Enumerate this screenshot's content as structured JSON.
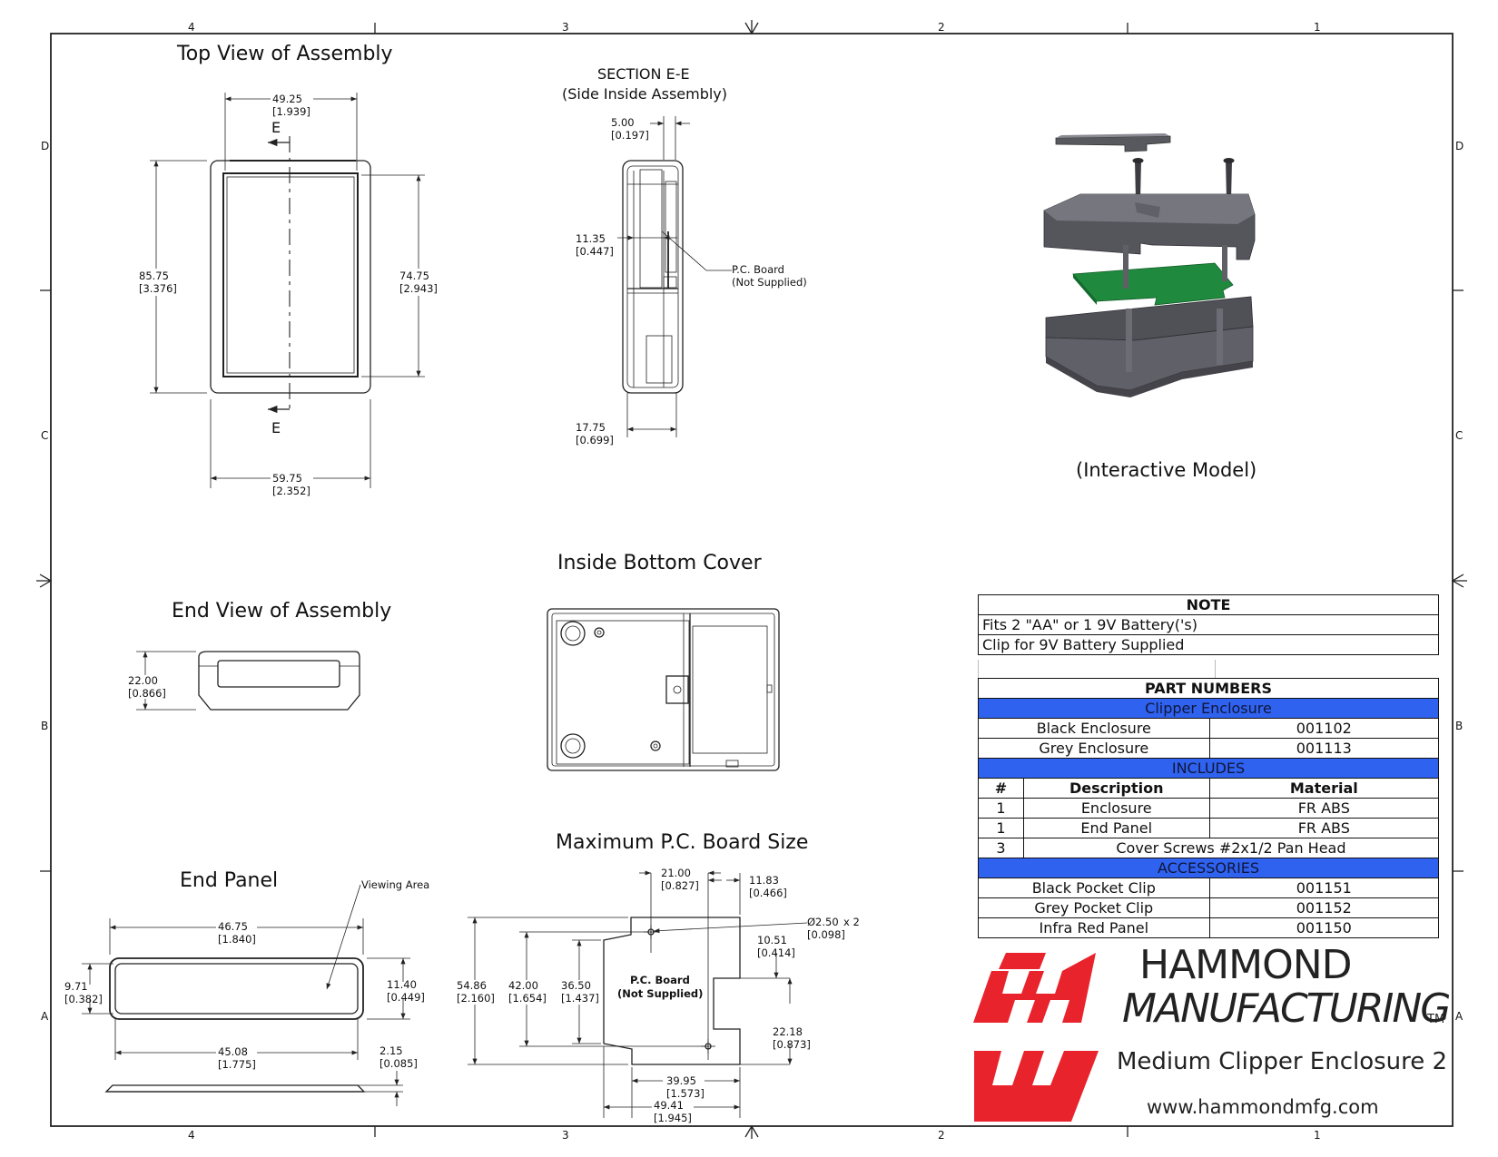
{
  "border": {
    "zones_top": [
      "4",
      "3",
      "2",
      "1"
    ],
    "zones_side": [
      "D",
      "C",
      "B",
      "A"
    ]
  },
  "views": {
    "top_view": {
      "title": "Top View of Assembly",
      "section_marker": "E",
      "dims": [
        [
          "49.25",
          "[1.939]"
        ],
        [
          "85.75",
          "[3.376]"
        ],
        [
          "74.75",
          "[2.943]"
        ],
        [
          "59.75",
          "[2.352]"
        ]
      ]
    },
    "section": {
      "title_line1": "SECTION  E-E",
      "title_line2": "(Side  Inside Assembly)",
      "dims": [
        [
          "5.00",
          "[0.197]"
        ],
        [
          "11.35",
          "[0.447]"
        ],
        [
          "17.75",
          "[0.699]"
        ]
      ],
      "callout": [
        "P.C. Board",
        "(Not Supplied)"
      ]
    },
    "model": {
      "caption": "(Interactive Model)"
    },
    "end_view": {
      "title": "End View of Assembly",
      "dims": [
        [
          "22.00",
          "[0.866]"
        ]
      ]
    },
    "bottom_cover": {
      "title": "Inside Bottom Cover"
    },
    "end_panel": {
      "title": "End Panel",
      "callout": "Viewing Area",
      "dims": [
        [
          "46.75",
          "[1.840]"
        ],
        [
          "9.71",
          "[0.382]"
        ],
        [
          "11.40",
          "[0.449]"
        ],
        [
          "45.08",
          "[1.775]"
        ],
        [
          "2.15",
          "[0.085]"
        ]
      ]
    },
    "pcb": {
      "title": "Maximum P.C. Board Size",
      "label": [
        "P.C. Board",
        "(Not Supplied)"
      ],
      "dims": [
        [
          "21.00",
          "[0.827]"
        ],
        [
          "11.83",
          "[0.466]"
        ],
        [
          "Ø2.50",
          "[0.098]"
        ],
        [
          "10.51",
          "[0.414]"
        ],
        [
          "54.86",
          "[2.160]"
        ],
        [
          "42.00",
          "[1.654]"
        ],
        [
          "36.50",
          "[1.437]"
        ],
        [
          "22.18",
          "[0.873]"
        ],
        [
          "39.95",
          "[1.573]"
        ],
        [
          "49.41",
          "[1.945]"
        ]
      ],
      "hole_qty": "x 2"
    }
  },
  "note_table": {
    "header": "NOTE",
    "rows": [
      "Fits 2 \"AA\" or 1 9V Battery('s)",
      "Clip for 9V Battery Supplied"
    ]
  },
  "parts_table": {
    "header": "PART NUMBERS",
    "band1": "Clipper Enclosure",
    "enclosures": [
      {
        "name": "Black Enclosure",
        "number": "001102"
      },
      {
        "name": "Grey Enclosure",
        "number": "001113"
      }
    ],
    "band2": "INCLUDES",
    "includes_cols": [
      "#",
      "Description",
      "Material"
    ],
    "includes": [
      {
        "qty": "1",
        "desc": "Enclosure",
        "material": "FR ABS"
      },
      {
        "qty": "1",
        "desc": "End Panel",
        "material": "FR ABS"
      },
      {
        "qty": "3",
        "desc": "Cover Screws #2x1/2 Pan Head",
        "material": ""
      }
    ],
    "band3": "ACCESSORIES",
    "accessories": [
      {
        "name": "Black Pocket Clip",
        "number": "001151"
      },
      {
        "name": "Grey Pocket Clip",
        "number": "001152"
      },
      {
        "name": "Infra Red Panel",
        "number": "001150"
      }
    ]
  },
  "title_block": {
    "company_line1": "HAMMOND",
    "company_line2": "MANUFACTURING",
    "tm": "TM",
    "product": "Medium Clipper Enclosure 2",
    "url": "www.hammondmfg.com"
  },
  "colors": {
    "band_blue": "#2f62ee",
    "logo_red": "#e8232b",
    "pcb_green": "#1f8a3e",
    "enclosure_grey": "#4f4f56"
  }
}
